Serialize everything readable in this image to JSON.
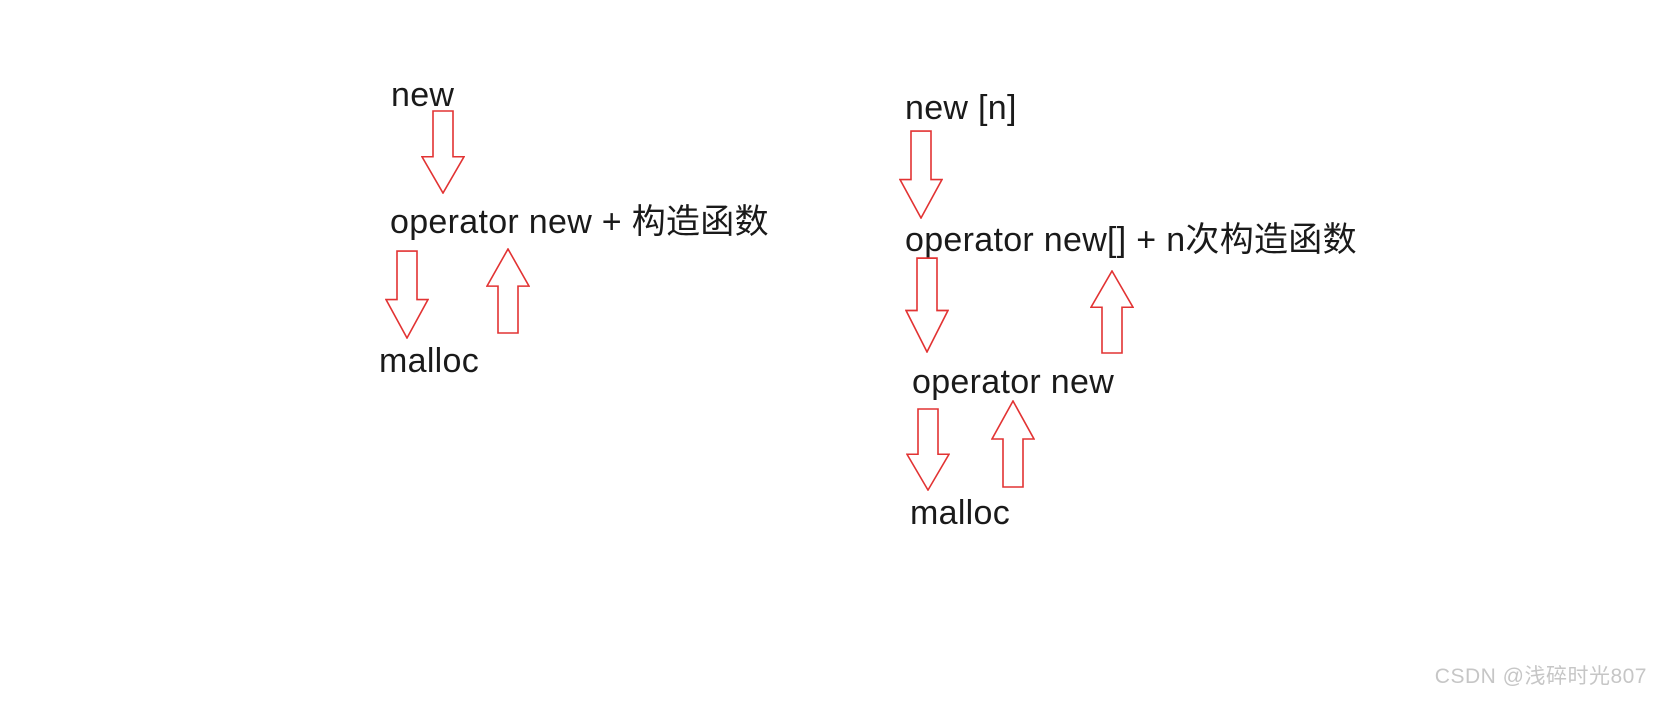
{
  "diagram": {
    "left_flow": {
      "nodes": [
        "new",
        "operator new + 构造函数",
        "malloc"
      ]
    },
    "right_flow": {
      "nodes": [
        "new [n]",
        "operator new[] + n次构造函数",
        "operator new",
        "malloc"
      ]
    }
  },
  "icons": {
    "down_arrow": "down-arrow-icon",
    "up_arrow": "up-arrow-icon"
  },
  "colors": {
    "background": "#ffffff",
    "text": "#1a1a1a",
    "arrow_stroke": "#e23333",
    "arrow_fill": "#ffffff",
    "watermark": "#c6c6c6"
  },
  "watermark": {
    "text": "CSDN @浅碎时光807"
  }
}
